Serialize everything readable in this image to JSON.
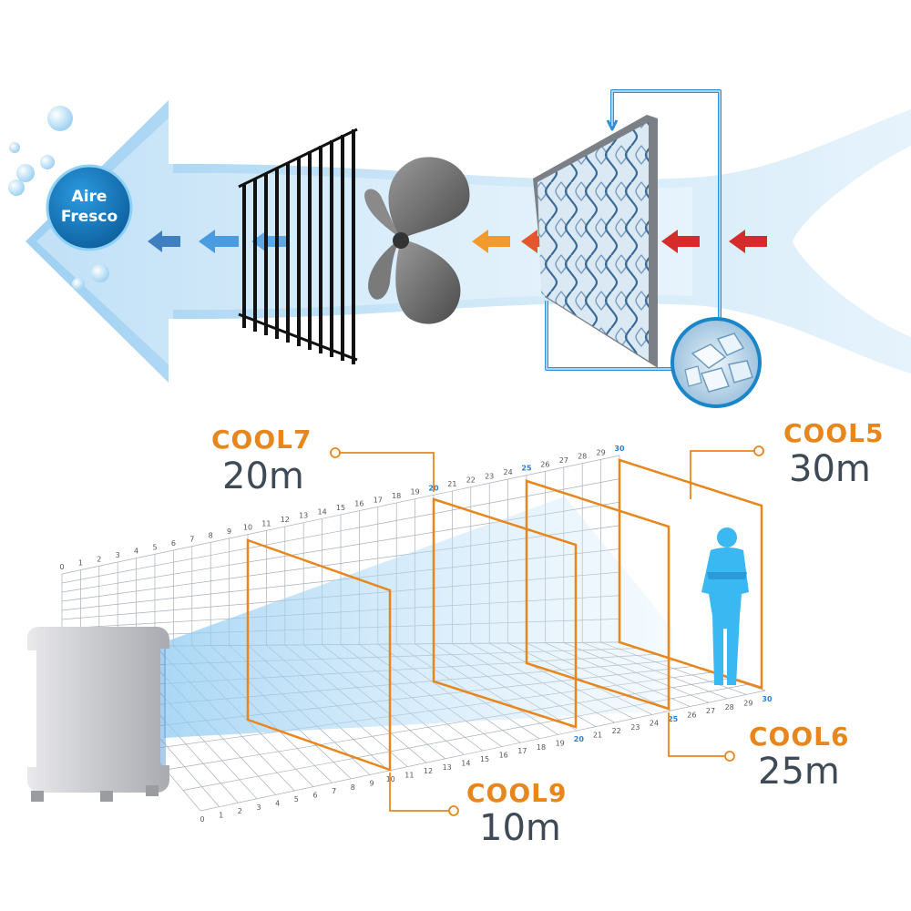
{
  "badge": {
    "line1": "Aire",
    "line2": "Fresco"
  },
  "zones": [
    {
      "model": "COOL9",
      "distance": "10m"
    },
    {
      "model": "COOL7",
      "distance": "20m"
    },
    {
      "model": "COOL6",
      "distance": "25m"
    },
    {
      "model": "COOL5",
      "distance": "30m"
    }
  ],
  "grid": {
    "top_ticks": [
      "0",
      "1",
      "2",
      "3",
      "4",
      "5",
      "6",
      "7",
      "8",
      "9",
      "10",
      "11",
      "12",
      "13",
      "14",
      "15",
      "16",
      "17",
      "18",
      "19",
      "20",
      "21",
      "22",
      "23",
      "24",
      "25",
      "26",
      "27",
      "28",
      "29",
      "30"
    ],
    "bottom_ticks": [
      "0",
      "1",
      "2",
      "3",
      "4",
      "5",
      "6",
      "7",
      "8",
      "9",
      "10",
      "11",
      "12",
      "13",
      "14",
      "15",
      "16",
      "17",
      "18",
      "19",
      "20",
      "21",
      "22",
      "23",
      "24",
      "25",
      "26",
      "27",
      "28",
      "29",
      "30"
    ],
    "highlighted": [
      "20",
      "25",
      "30"
    ]
  },
  "colors": {
    "orange": "#e8861e",
    "text_dark": "#3e4a55",
    "arrow_red": "#d62b2b",
    "arrow_orange": "#f39a2b",
    "arrow_blue": "#4a8fd0",
    "pipe_blue": "#2f8fd8",
    "badge_blue": "#1a86c9"
  },
  "icons": [
    "bubble-icon",
    "grille-icon",
    "fan-icon",
    "cooling-pad-icon",
    "ice-icon",
    "air-cooler-icon",
    "person-icon"
  ]
}
